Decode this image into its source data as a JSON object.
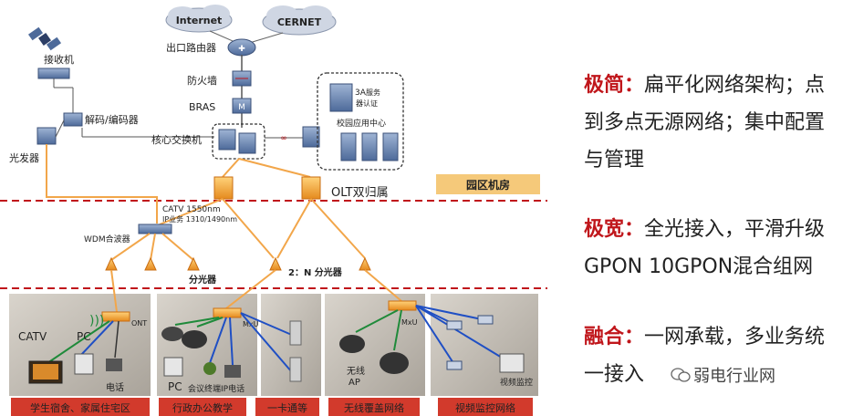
{
  "diagram": {
    "clouds": {
      "internet": "Internet",
      "cernet": "CERNET"
    },
    "labels": {
      "exit_router": "出口路由器",
      "receiver": "接收机",
      "firewall": "防火墙",
      "decoder": "解码/编码器",
      "bras": "BRAS",
      "aaa": "3A服务器认证",
      "aaa_line1": "3A",
      "aaa_line2": "服务",
      "aaa_line3": "器认证",
      "campus_app": "校园应用中心",
      "core_switch": "核心交换机",
      "optical_tx": "光发器",
      "room": "园区机房",
      "olt": "OLT双归属",
      "catv_spec": "CATV  1550nm",
      "ip_spec": "IP业务  1310/1490nm",
      "wdm": "WDM合波器",
      "splitter": "分光器",
      "splitter_2n": "2：N 分光器",
      "ont": "ONT",
      "mxu1": "MxU",
      "mxu2": "MxU",
      "catv": "CATV",
      "pc": "PC",
      "phone": "电话",
      "pc2": "PC",
      "conf_phone": "会议终端IP电话",
      "wireless_ap_1": "无线",
      "wireless_ap_2": "AP",
      "video_monitor": "视频监控"
    },
    "bottom_labels": [
      "学生宿舍、家属住宅区",
      "行政办公教学",
      "一卡通等",
      "无线覆盖网络",
      "视频监控网络"
    ]
  },
  "features": [
    {
      "keyword": "极简：",
      "lines": [
        "扁平化网络架构；点",
        "到多点无源网络；集中配置",
        "与管理"
      ]
    },
    {
      "keyword": "极宽：",
      "lines": [
        "全光接入，平滑升级",
        "GPON 10GPON混合组网"
      ]
    },
    {
      "keyword": "融合：",
      "lines": [
        "一网承载，多业务统",
        "一接入"
      ]
    }
  ],
  "watermark": "弱电行业网",
  "colors": {
    "accent": "#c0161b",
    "fiber": "#f2a64a",
    "dash": "#c0161b",
    "room_badge": "#f5c97a",
    "bottom_badge": "#d23a2c"
  }
}
